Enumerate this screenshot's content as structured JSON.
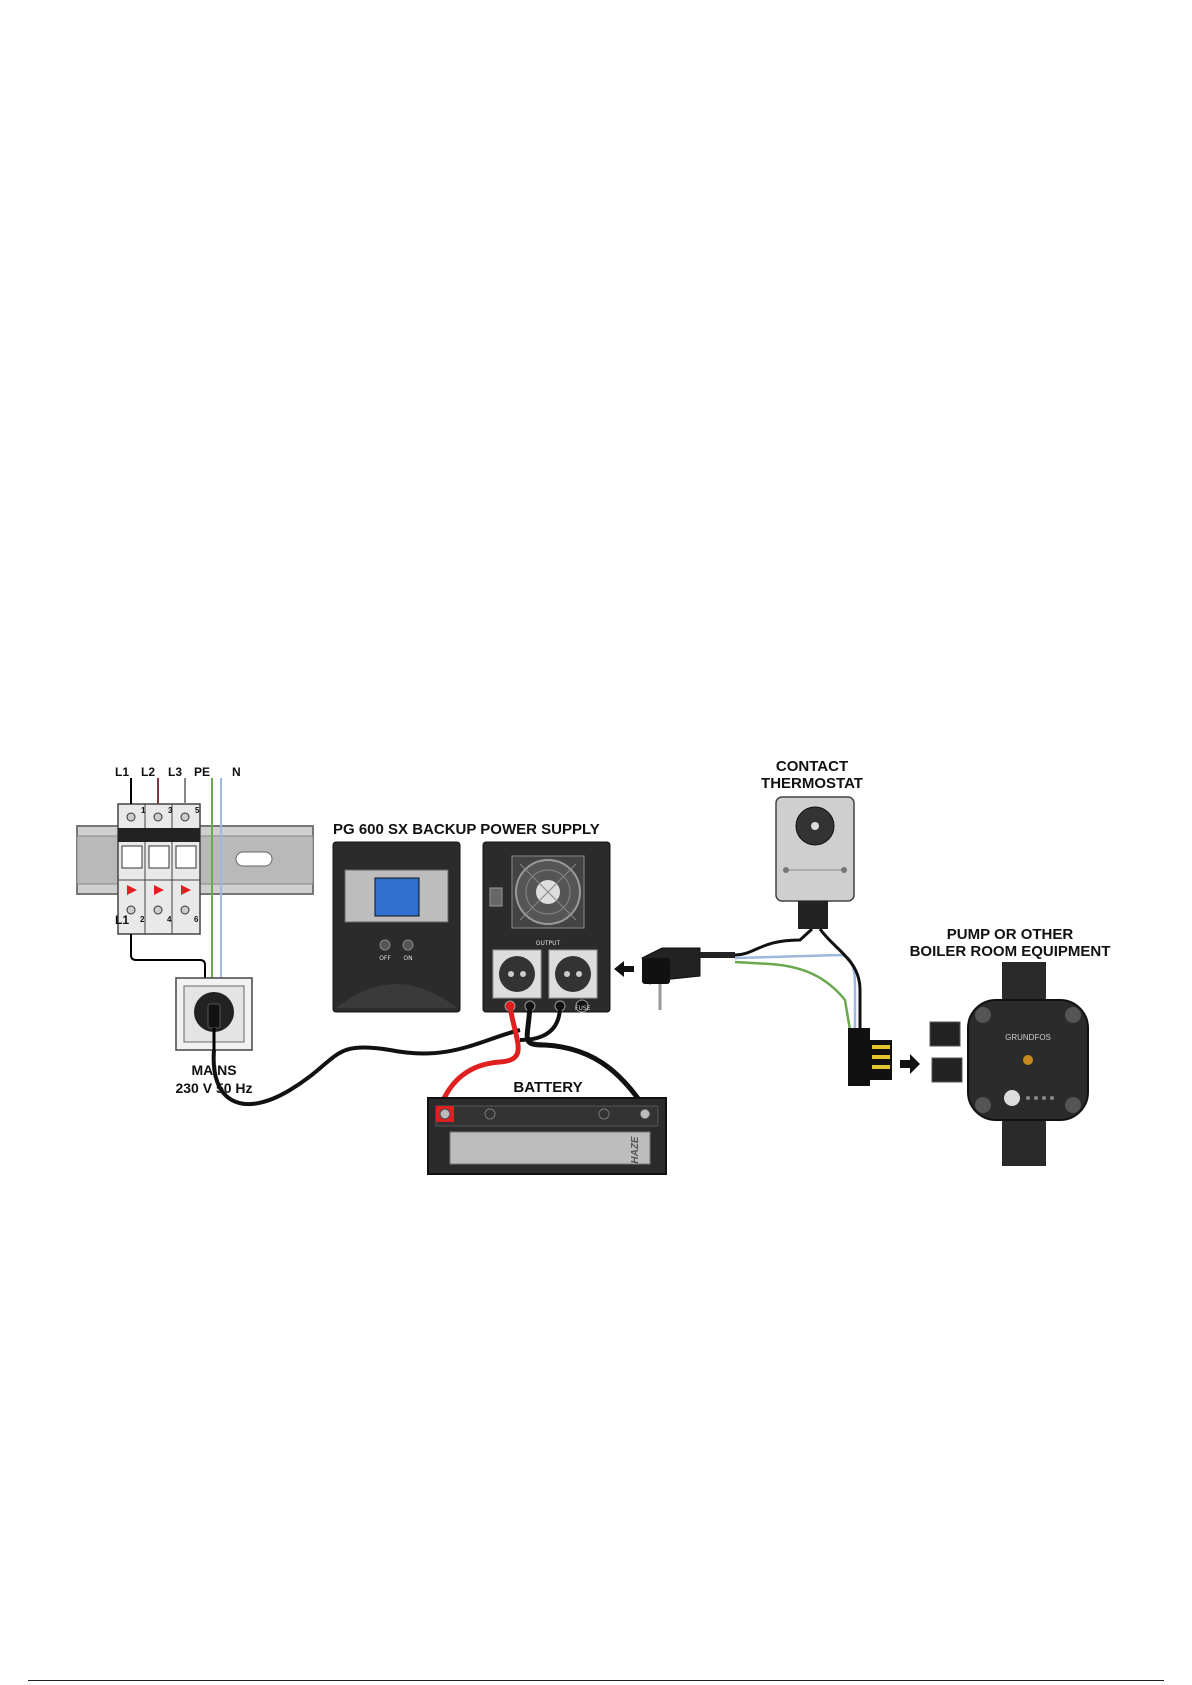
{
  "labels": {
    "breaker": {
      "l1_top": "L1",
      "l2": "L2",
      "l3": "L3",
      "pe": "PE",
      "n": "N",
      "l1_bottom": "L1",
      "terminal_top": [
        "1",
        "3",
        "5"
      ],
      "terminal_bottom": [
        "2",
        "4",
        "6"
      ]
    },
    "ups_title": "PG 600 SX BACKUP POWER SUPPLY",
    "ups_front_buttons": [
      "OFF",
      "ON"
    ],
    "ups_rear_output": "OUTPUT",
    "ups_rear_fuse": "FUSE",
    "thermostat_line1": "CONTACT",
    "thermostat_line2": "THERMOSTAT",
    "pump_line1": "PUMP OR OTHER",
    "pump_line2": "BOILER ROOM EQUIPMENT",
    "pump_brand": "GRUNDFOS",
    "mains_line1": "MAINS",
    "mains_line2": "230 V 50 Hz",
    "battery": "BATTERY",
    "battery_brand": "HAZE"
  },
  "colors": {
    "phase_wire": "#000000",
    "pe_wire": "#6aa84f",
    "neutral_wire": "#9fb8e0",
    "positive_cable": "#e02020",
    "negative_cable": "#111111",
    "device_dark": "#2b2b2b",
    "device_grey": "#c8c8c8"
  },
  "icons": [
    "breaker-icon",
    "din-rail-icon",
    "socket-icon",
    "ups-front-icon",
    "ups-rear-icon",
    "fan-icon",
    "plug-icon",
    "thermostat-icon",
    "dial-icon",
    "pump-icon",
    "battery-icon",
    "arrow-left-icon",
    "arrow-right-icon"
  ]
}
